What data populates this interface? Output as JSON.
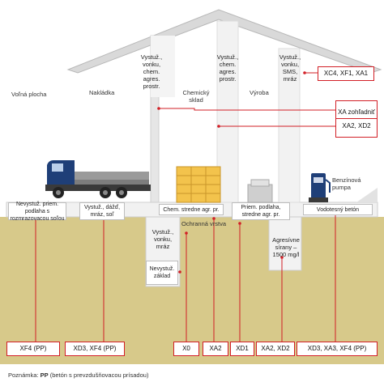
{
  "building": {
    "zones": {
      "volna_plocha": "Voľná plocha",
      "nakladka": "Nakládka",
      "chemicky_sklad": "Chemický sklad",
      "vyroba": "Výroba",
      "benzinova_pumpa": "Benzínová pumpa"
    },
    "pillar_labels": {
      "p1": "Vystuž., vonku, chem. agres. prostr.",
      "p2": "Vystuž., chem. agres. prostr.",
      "p3": "Vystuž., vonku, SMS, mráz"
    }
  },
  "ground_labels": {
    "g1": "Nevystuž. priem. podlaha s rozmrazovacou soľou",
    "g2": "Vystuž., dážď, mráz, soľ",
    "g3": "Chem. stredne agr. pr.",
    "g4": "Priem. podlaha, stredne agr. pr.",
    "g5": "Vodotesný betón",
    "ochranna_vrstva": "Ochranná vrstva",
    "fund1": "Vystuž., vonku, mráz",
    "fund2": "Nevystuž. základ",
    "agresivne": "Agresívne sírany – 1500 mg/l"
  },
  "exposure_classes": {
    "roof": "XC4, XF1, XA1",
    "zohladnit_title": "XA zohľadniť",
    "zohladnit_value": "XA2, XD2",
    "b1": "XF4 (PP)",
    "b2": "XD3, XF4 (PP)",
    "b3": "X0",
    "b4": "XA2",
    "b5": "XD1",
    "b6": "XA2, XD2",
    "b7": "XD3, XA3, XF4 (PP)"
  },
  "footnote": {
    "prefix": "Poznámka: ",
    "bold": "PP",
    "rest": " (betón s prevzdušňovacou prísadou)"
  },
  "colors": {
    "roof": "#d9d9d9",
    "ground": "#d7c98a",
    "floor": "#f1f1f1",
    "accent": "#d21f26"
  }
}
